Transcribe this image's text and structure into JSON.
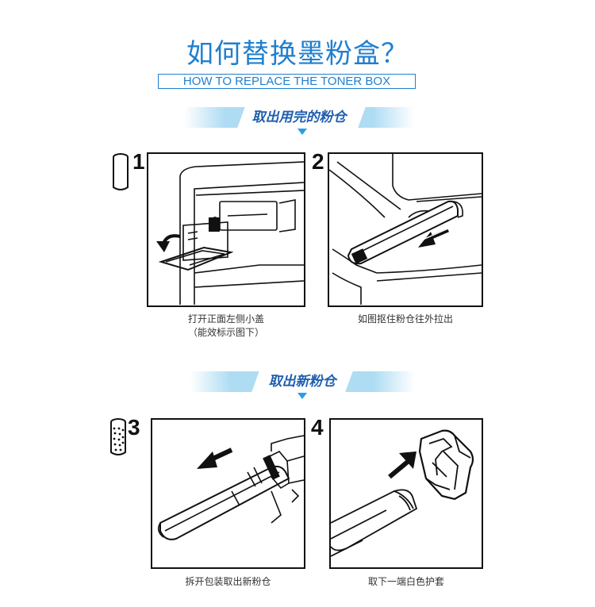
{
  "header": {
    "title": "如何替换墨粉盒？",
    "subtitle": "HOW TO REPLACE THE TONER BOX"
  },
  "sections": [
    {
      "label": "取出用完的粉仓"
    },
    {
      "label": "取出新粉仓"
    }
  ],
  "steps": [
    {
      "number": "1",
      "caption_line1": "打开正面左侧小盖",
      "caption_line2": "（能效标示图下）"
    },
    {
      "number": "2",
      "caption_line1": "如图抠住粉仓往外拉出",
      "caption_line2": ""
    },
    {
      "number": "3",
      "caption_line1": "拆开包装取出新粉仓",
      "caption_line2": ""
    },
    {
      "number": "4",
      "caption_line1": "取下一端白色护套",
      "caption_line2": ""
    }
  ],
  "colors": {
    "accent": "#1f7fd0",
    "banner_bg": "#aedcf3",
    "banner_text": "#1f5fb0"
  },
  "icons": {
    "used_cartridge": "empty-cylinder-icon",
    "new_cartridge": "dotted-cylinder-icon"
  }
}
